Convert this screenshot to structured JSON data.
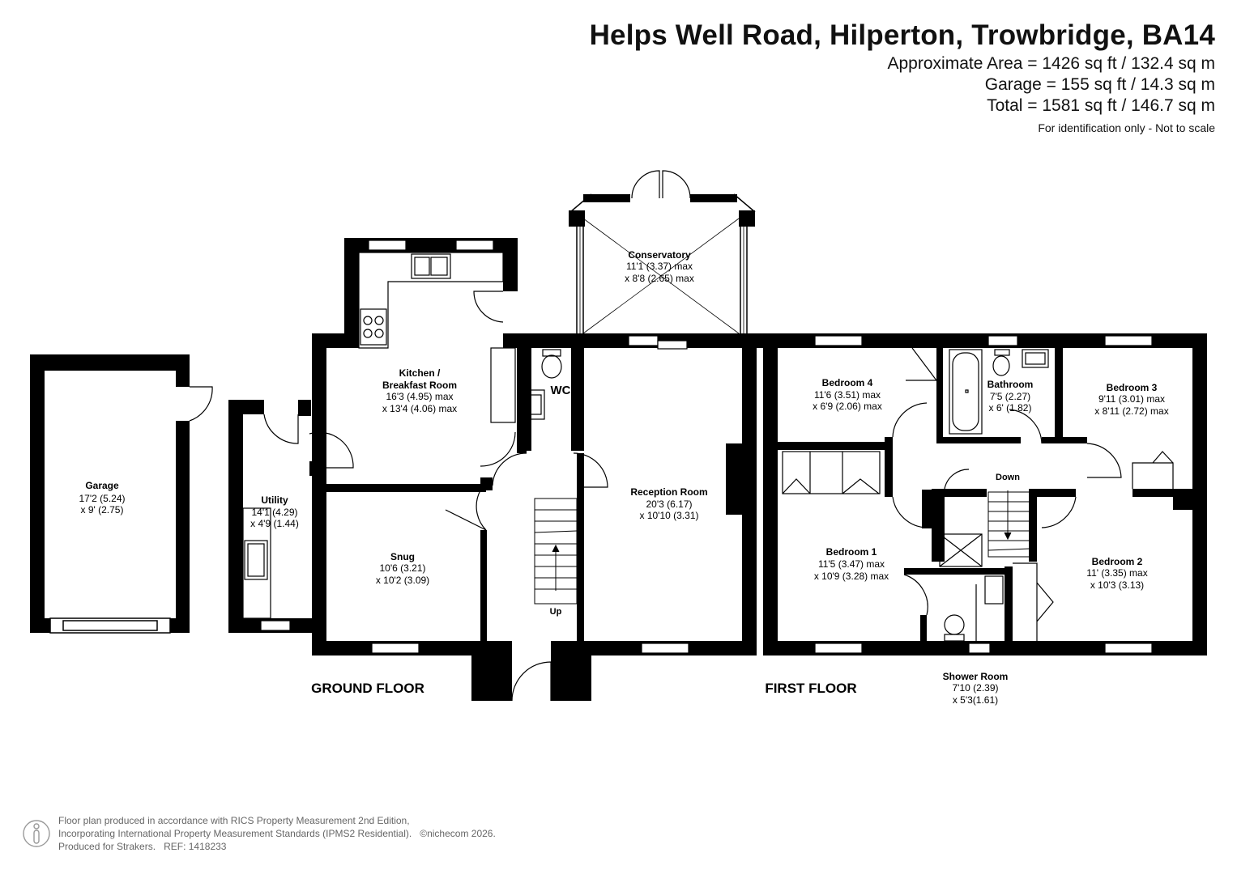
{
  "header": {
    "title": "Helps Well Road, Hilperton, Trowbridge, BA14",
    "approx_area": "Approximate Area = 1426 sq ft / 132.4 sq m",
    "garage_area": "Garage = 155 sq ft / 14.3 sq m",
    "total_area": "Total = 1581 sq ft / 146.7 sq m",
    "disclaimer": "For identification only - Not to scale"
  },
  "floors": {
    "ground": "GROUND FLOOR",
    "first": "FIRST FLOOR"
  },
  "rooms": {
    "garage": {
      "name": "Garage",
      "dim1": "17'2 (5.24)",
      "dim2": "x 9' (2.75)"
    },
    "utility": {
      "name": "Utility",
      "dim1": "14'1 (4.29)",
      "dim2": "x 4'9 (1.44)"
    },
    "kitchen": {
      "name1": "Kitchen /",
      "name2": "Breakfast Room",
      "dim1": "16'3 (4.95) max",
      "dim2": "x 13'4 (4.06) max"
    },
    "wc": {
      "name": "WC"
    },
    "conservatory": {
      "name": "Conservatory",
      "dim1": "11'1 (3.37) max",
      "dim2": "x 8'8 (2.65) max"
    },
    "snug": {
      "name": "Snug",
      "dim1": "10'6 (3.21)",
      "dim2": "x 10'2 (3.09)"
    },
    "reception": {
      "name": "Reception Room",
      "dim1": "20'3 (6.17)",
      "dim2": "x 10'10 (3.31)"
    },
    "bedroom4": {
      "name": "Bedroom 4",
      "dim1": "11'6 (3.51) max",
      "dim2": "x 6'9 (2.06) max"
    },
    "bathroom": {
      "name": "Bathroom",
      "dim1": "7'5 (2.27)",
      "dim2": "x 6' (1.82)"
    },
    "bedroom3": {
      "name": "Bedroom 3",
      "dim1": "9'11 (3.01) max",
      "dim2": "x 8'11 (2.72) max"
    },
    "bedroom1": {
      "name": "Bedroom 1",
      "dim1": "11'5 (3.47) max",
      "dim2": "x 10'9 (3.28) max"
    },
    "bedroom2": {
      "name": "Bedroom 2",
      "dim1": "11' (3.35) max",
      "dim2": "x 10'3 (3.13)"
    },
    "shower": {
      "name": "Shower Room",
      "dim1": "7'10 (2.39)",
      "dim2": "x 5'3(1.61)"
    }
  },
  "stairs": {
    "up": "Up",
    "down": "Down"
  },
  "footer": {
    "line1": "Floor plan produced in accordance with RICS Property Measurement 2nd Edition,",
    "line2": "Incorporating International Property Measurement Standards (IPMS2 Residential).",
    "copyright": "©nichecom 2026.",
    "line3": "Produced for Strakers.",
    "ref": "REF: 1418233"
  },
  "colors": {
    "wall": "#000000",
    "footer_text": "#666666"
  }
}
